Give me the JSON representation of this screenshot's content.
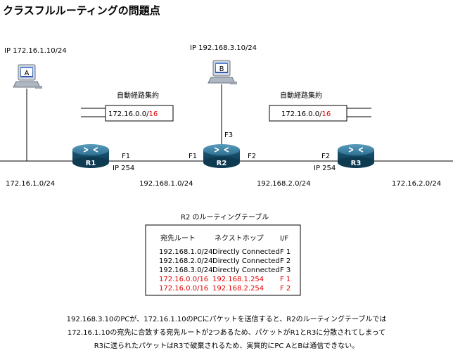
{
  "title": "クラスフルルーティングの問題点",
  "pc_a": {
    "ip": "IP 172.16.1.10/24",
    "label": "A"
  },
  "pc_b": {
    "ip": "IP 192.168.3.10/24",
    "label": "B"
  },
  "left_summary": {
    "caption": "自動経路集約",
    "prefix": "172.16.0.0/",
    "mask": "16"
  },
  "right_summary": {
    "caption": "自動経路集約",
    "prefix": "172.16.0.0/",
    "mask": "16"
  },
  "routers": {
    "r1": {
      "name": "R1",
      "if": "F1",
      "ip": "IP 254"
    },
    "r2": {
      "name": "R2",
      "if_left": "F1",
      "if_right": "F2",
      "if_up": "F3"
    },
    "r3": {
      "name": "R3",
      "if": "F2",
      "ip": "IP 254"
    }
  },
  "networks": {
    "left": "172.16.1.0/24",
    "mid_left": "192.168.1.0/24",
    "mid_right": "192.168.2.0/24",
    "right": "172.16.2.0/24"
  },
  "routing_table": {
    "title": "R2 のルーティングテーブル",
    "headers": [
      "宛先ルート",
      "ネクストホップ",
      "I/F"
    ],
    "rows": [
      {
        "dest": "192.168.1.0/24",
        "hop": "Directly Connected",
        "if": "F 1",
        "highlight": false
      },
      {
        "dest": "192.168.2.0/24",
        "hop": "Directly Connected",
        "if": "F 2",
        "highlight": false
      },
      {
        "dest": "192.168.3.0/24",
        "hop": "Directly Connected",
        "if": "F 3",
        "highlight": false
      },
      {
        "dest": "172.16.0.0/16",
        "hop": "192.168.1.254",
        "if": "F 1",
        "highlight": true
      },
      {
        "dest": "172.16.0.0/16",
        "hop": "192.168.2.254",
        "if": "F 2",
        "highlight": true
      }
    ]
  },
  "description": [
    "192.168.3.10のPCが、172.16.1.10のPCにパケットを送信すると、R2のルーティングテーブルでは",
    "172.16.1.10の宛先に合致する宛先ルートが2つあるため、パケットがR1とR3に分散されてしまって",
    "R3に送られたパケットはR3で破棄されるため、実質的にPC AとBは通信できない。"
  ],
  "colors": {
    "highlight": "#e00000",
    "router_fill": "#1f5f7f",
    "router_top": "#3f87a8",
    "pc_screen": "#3a66b8"
  }
}
